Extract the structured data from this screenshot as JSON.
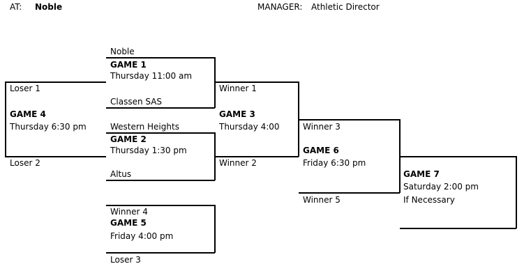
{
  "header": {
    "at_label": "AT:",
    "at_value": "Noble",
    "manager_label": "MANAGER:",
    "manager_value": "Athletic Director"
  },
  "game1": {
    "top_team": "Noble",
    "title": "GAME 1",
    "time": "Thursday 11:00 am",
    "bottom_team": "Classen SAS"
  },
  "game2": {
    "top_team": "Western Heights",
    "title": "GAME 2",
    "time": "Thursday  1:30 pm",
    "bottom_team": "Altus"
  },
  "game3": {
    "top_team": "Winner 1",
    "title": "GAME 3",
    "time": "Thursday 4:00",
    "bottom_team": "Winner 2"
  },
  "game4": {
    "top_team": "Loser 1",
    "title": "GAME 4",
    "time": "Thursday 6:30 pm",
    "bottom_team": "Loser 2"
  },
  "game5": {
    "top_team": "Winner 4",
    "title": "GAME 5",
    "time": "Friday 4:00 pm",
    "bottom_team": "Loser 3"
  },
  "game6": {
    "top_team": "Winner 3",
    "title": "GAME 6",
    "time": "Friday 6:30 pm",
    "bottom_team": "Winner 5"
  },
  "game7": {
    "title": "GAME 7",
    "time": "Saturday  2:00 pm",
    "note": "If  Necessary"
  }
}
